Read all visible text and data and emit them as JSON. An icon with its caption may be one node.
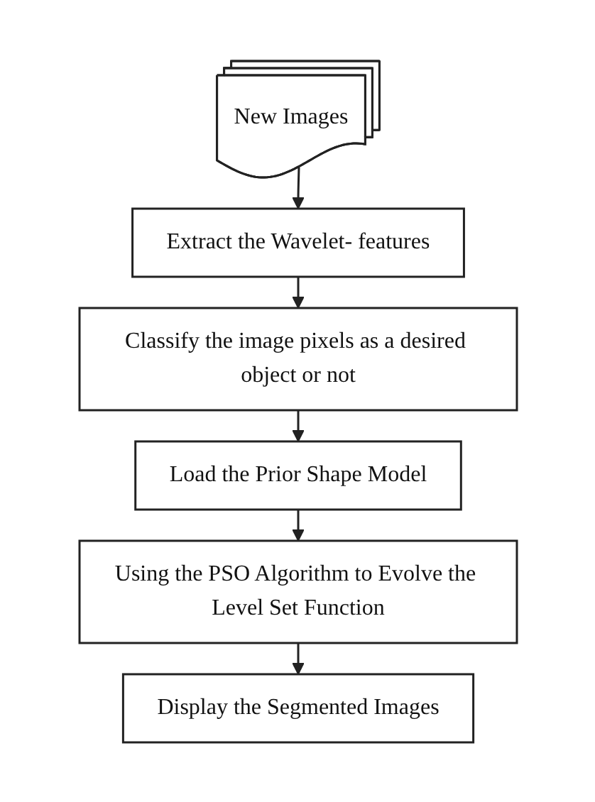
{
  "diagram": {
    "nodes": [
      {
        "text": [
          "New Images"
        ]
      },
      {
        "text": [
          "Extract the Wavelet- features"
        ]
      },
      {
        "text": [
          "Classify the image pixels as a desired object or not"
        ]
      },
      {
        "text": [
          "Load the Prior Shape Model"
        ]
      },
      {
        "text": [
          "Using the PSO Algorithm to Evolve the Level Set Function"
        ]
      },
      {
        "text": [
          "Display the Segmented Images"
        ]
      }
    ],
    "edges": [
      {
        "from": 0,
        "to": 1,
        "arrow": "to"
      },
      {
        "from": 1,
        "to": 2,
        "arrow": "to"
      },
      {
        "from": 2,
        "to": 3,
        "arrow": "to"
      },
      {
        "from": 3,
        "to": 4,
        "arrow": "to"
      },
      {
        "from": 4,
        "to": 5,
        "arrow": "to"
      }
    ]
  }
}
